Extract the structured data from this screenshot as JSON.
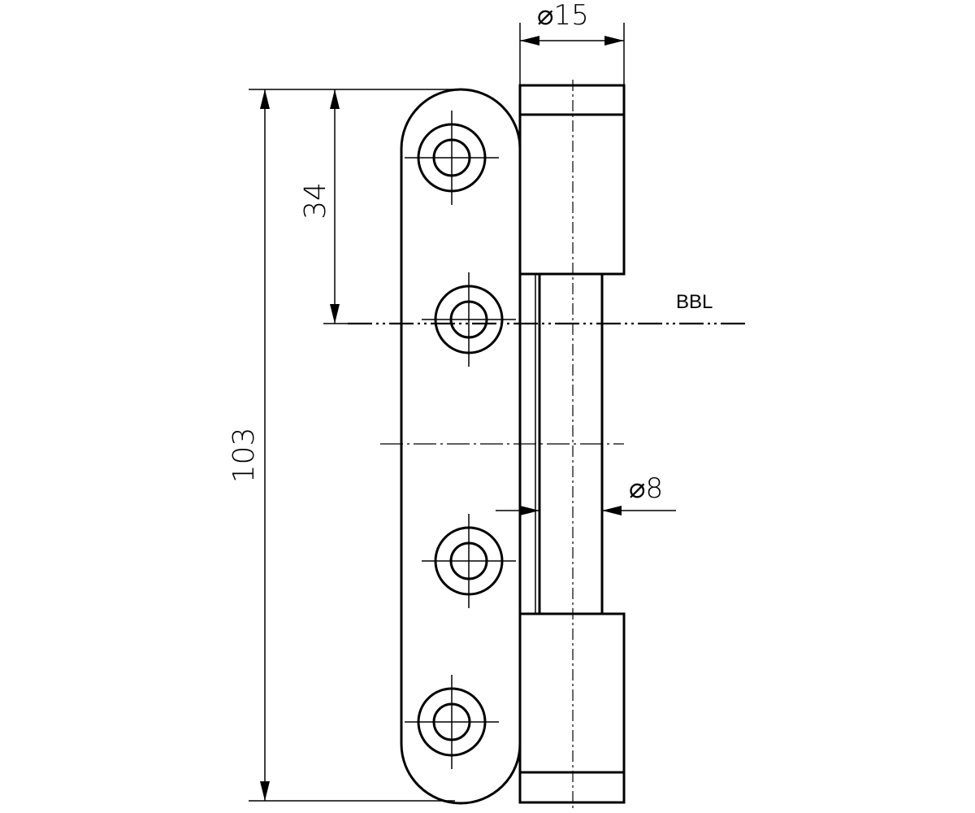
{
  "drawing": {
    "dimensions": {
      "knuckle_diameter": "⌀15",
      "pin_diameter": "⌀8",
      "first_hole_to_reference": "34",
      "overall_length": "103"
    },
    "reference_line_label": "BBL",
    "colors": {
      "line": "#000000",
      "background": "#ffffff"
    }
  }
}
